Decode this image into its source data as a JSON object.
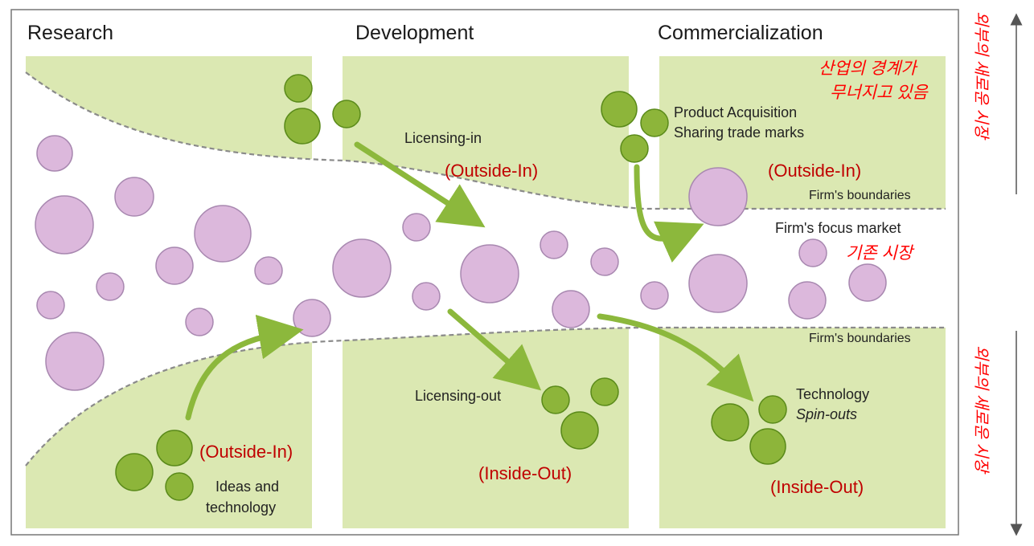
{
  "stages": {
    "research": "Research",
    "development": "Development",
    "commercialization": "Commercialization"
  },
  "labels": {
    "licensing_in": "Licensing-in",
    "licensing_out": "Licensing-out",
    "product_acquisition": "Product Acquisition",
    "sharing_trade_marks": "Sharing trade marks",
    "firm_boundaries_top": "Firm's boundaries",
    "firm_boundaries_bottom": "Firm's boundaries",
    "firm_focus_market": "Firm's focus market",
    "technology": "Technology",
    "spin_outs": "Spin-outs",
    "ideas_and": "Ideas and",
    "technology2": "technology"
  },
  "annotations": {
    "outside_in_dev": "(Outside-In)",
    "outside_in_comm": "(Outside-In)",
    "outside_in_research": "(Outside-In)",
    "inside_out_dev": "(Inside-Out)",
    "inside_out_comm": "(Inside-Out)",
    "industry_boundary_1": "산업의 경계가",
    "industry_boundary_2": "무너지고 있음",
    "existing_market": "기존 시장",
    "side_top": "외부의 새로운 시장",
    "side_bottom": "외부의 새로운 시장"
  },
  "colors": {
    "panel": "#dbe8b2",
    "green_bubble": "#8db53a",
    "green_stroke": "#5a8a1a",
    "pink_bubble": "#dcb8dc",
    "pink_stroke": "#a888b0",
    "arrow": "#8cb83c",
    "red_text": "#c00000",
    "korean_text": "#ff0000"
  }
}
